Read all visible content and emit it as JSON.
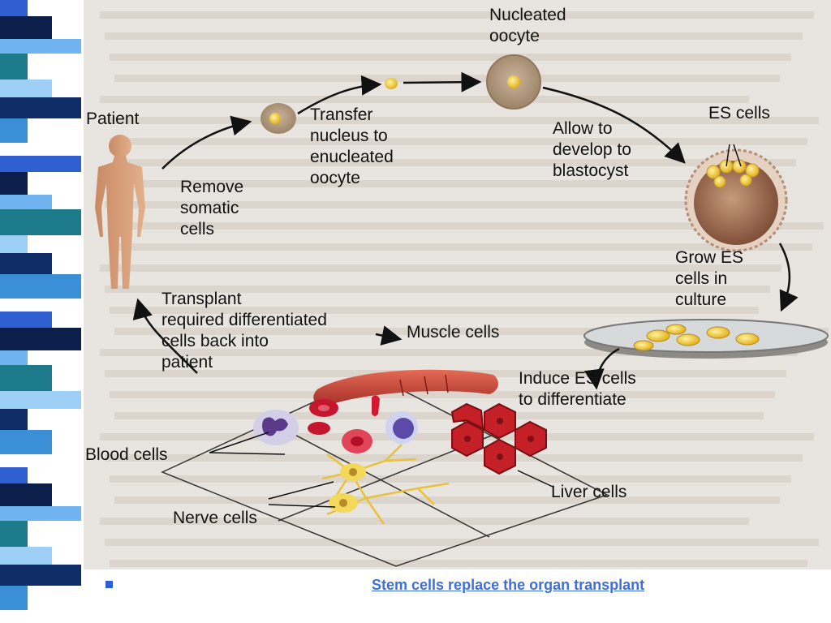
{
  "colors": {
    "stripe_palette": [
      "#2f5fd0",
      "#0b1f4a",
      "#6fb3f0",
      "#1c7a8a",
      "#9ecff5",
      "#0e2c66",
      "#3a8fd6",
      "#ffffff"
    ],
    "panel_bg": "#e8e4df",
    "link": "#3d6fe0"
  },
  "diagram": {
    "labels": {
      "nucleated_oocyte": "Nucleated\noocyte",
      "patient": "Patient",
      "transfer_nucleus": "Transfer\nnucleus to\nenucleated\noocyte",
      "es_cells": "ES cells",
      "allow_develop": "Allow to\ndevelop to\nblastocyst",
      "remove_somatic": "Remove\nsomatic\ncells",
      "grow_es": "Grow ES\ncells in\nculture",
      "transplant": "Transplant\nrequired differentiated\ncells back into\npatient",
      "muscle_cells": "Muscle cells",
      "induce_es": "Induce ES cells\nto differentiate",
      "blood_cells": "Blood cells",
      "liver_cells": "Liver cells",
      "nerve_cells": "Nerve cells"
    }
  },
  "footer": {
    "link_text": "Stem cells replace the organ transplant"
  }
}
